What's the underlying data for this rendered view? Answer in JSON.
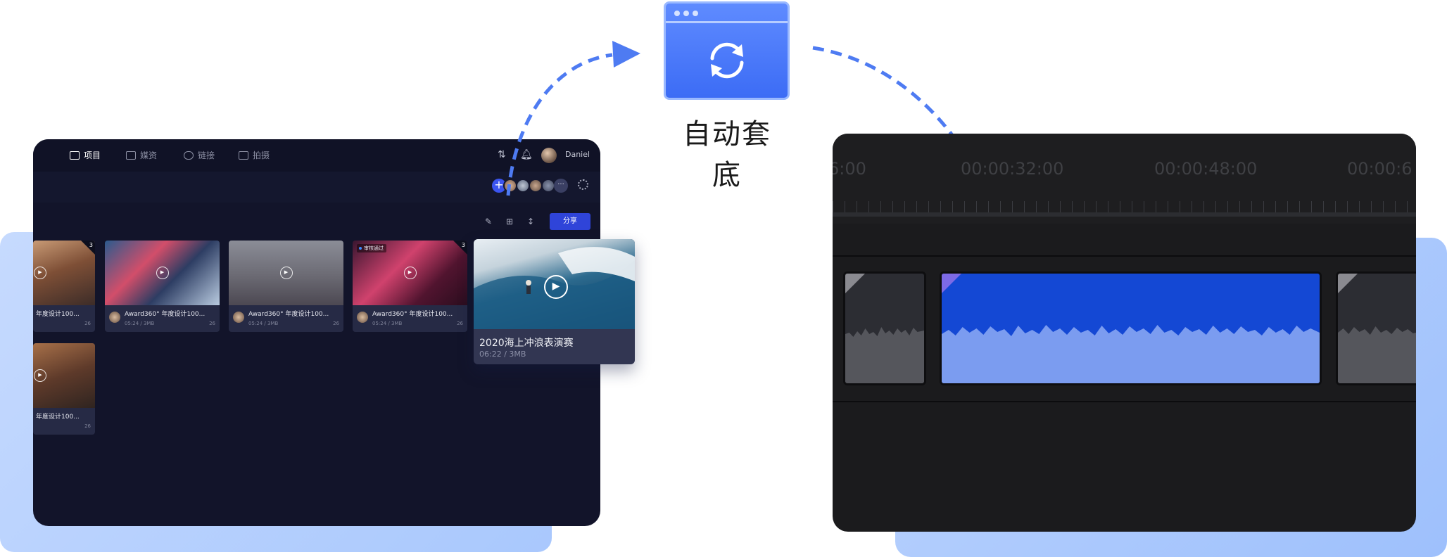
{
  "nav": {
    "project": "项目",
    "media": "媒资",
    "link": "链接",
    "shoot": "拍摄"
  },
  "user": {
    "name": "Daniel"
  },
  "toolbar": {
    "share": "分享",
    "more_members": "···"
  },
  "cards": [
    {
      "title": "年度设计100...",
      "meta": "",
      "count": "26",
      "corner": "3"
    },
    {
      "title": "Award360° 年度设计100...",
      "meta": "05:24 / 3MB",
      "count": "26"
    },
    {
      "title": "Award360° 年度设计100...",
      "meta": "05:24 / 3MB",
      "count": "26"
    },
    {
      "title": "Award360° 年度设计100...",
      "meta": "05:24 / 3MB",
      "count": "26",
      "status": "审核通过",
      "corner": "3"
    },
    {
      "title": "年度设计100...",
      "meta": "",
      "count": "26"
    }
  ],
  "featured": {
    "title": "2020海上冲浪表演赛",
    "meta": "06:22 / 3MB"
  },
  "center": {
    "label": "自动套底"
  },
  "editor": {
    "timecodes": [
      "6:00",
      "00:00:32:00",
      "00:00:48:00",
      "00:00:6"
    ]
  },
  "colors": {
    "accent": "#3c6cf5",
    "clip_selected": "#1448d4",
    "app_bg": "#12142a",
    "editor_bg": "#1b1b1d"
  }
}
